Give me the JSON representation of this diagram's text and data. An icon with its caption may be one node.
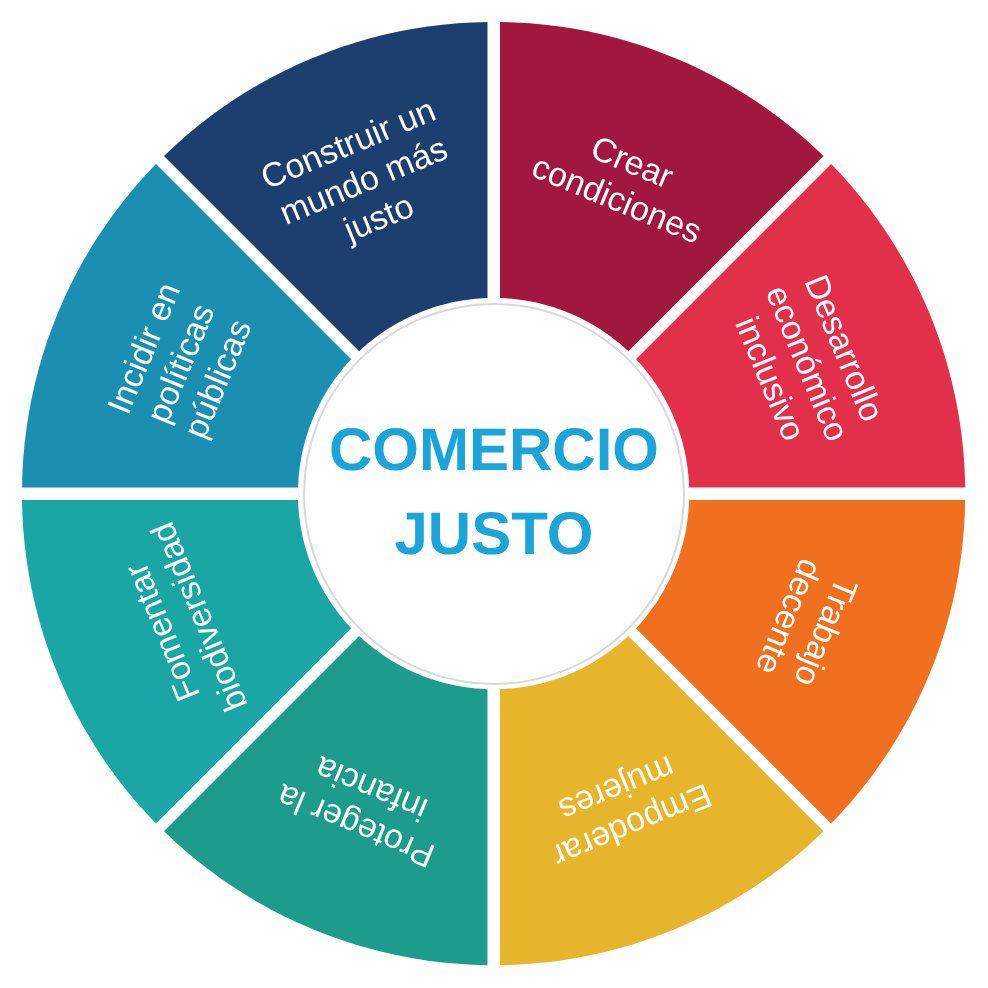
{
  "diagram": {
    "nodes": [
      {
        "text": [
          "COMERCIO JUSTO"
        ]
      },
      {
        "text": [
          "Construir un mundo más justo"
        ]
      },
      {
        "text": [
          "Crear condiciones"
        ]
      },
      {
        "text": [
          "Desarrollo económico inclusivo"
        ]
      },
      {
        "text": [
          "Trabajo decente"
        ]
      },
      {
        "text": [
          "Empoderar mujeres"
        ]
      },
      {
        "text": [
          "Proteger la infancia"
        ]
      },
      {
        "text": [
          "Fomentar biodiversidad"
        ]
      },
      {
        "text": [
          "Incidir en políticas públicas"
        ]
      }
    ]
  }
}
